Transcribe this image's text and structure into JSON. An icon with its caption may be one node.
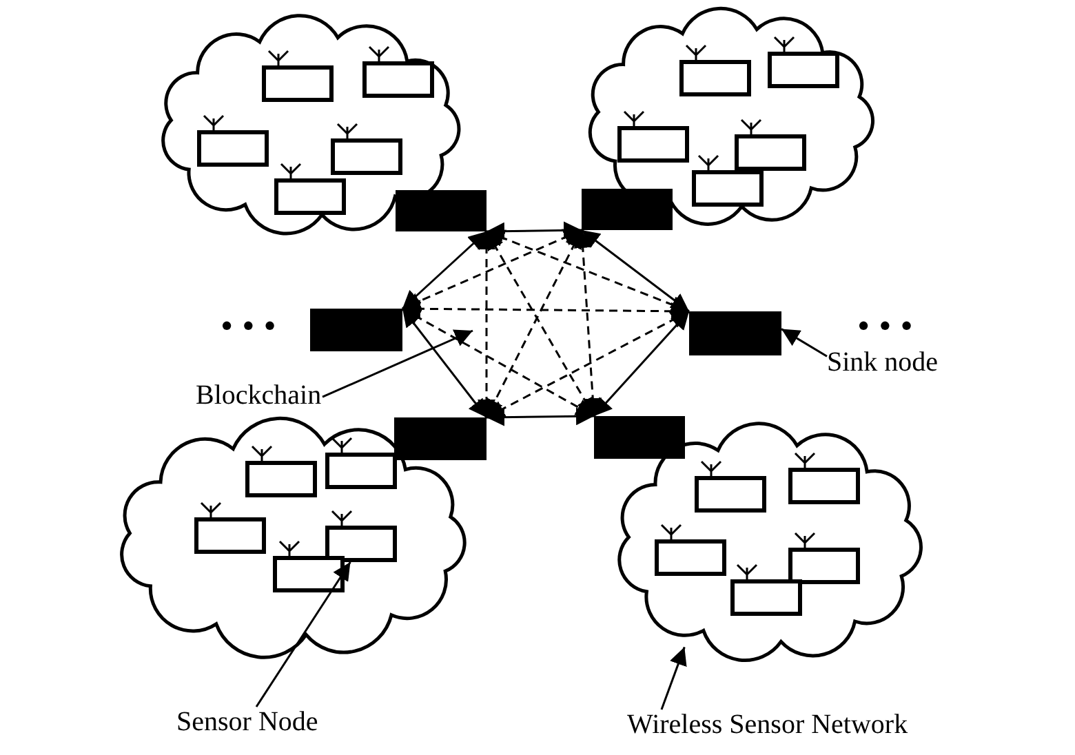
{
  "diagram": {
    "nodes": [
      {
        "text": [],
        "shape": "cloud"
      },
      {
        "text": [],
        "shape": "box",
        "in": 0
      },
      {
        "text": [],
        "shape": "box",
        "in": 0
      },
      {
        "text": [],
        "shape": "box",
        "in": 0
      },
      {
        "text": [],
        "shape": "box",
        "in": 0
      },
      {
        "text": [],
        "shape": "box",
        "in": 0
      },
      {
        "text": [],
        "shape": "cloud"
      },
      {
        "text": [],
        "shape": "box",
        "in": 6
      },
      {
        "text": [],
        "shape": "box",
        "in": 6
      },
      {
        "text": [],
        "shape": "box",
        "in": 6
      },
      {
        "text": [],
        "shape": "box",
        "in": 6
      },
      {
        "text": [],
        "shape": "box",
        "in": 6
      },
      {
        "text": [],
        "shape": "box"
      },
      {
        "text": [],
        "shape": "box"
      },
      {
        "text": [],
        "shape": "box"
      },
      {
        "text": [],
        "shape": "box"
      },
      {
        "text": [],
        "shape": "box"
      },
      {
        "text": [],
        "shape": "box"
      },
      {
        "text": [
          "Sink node"
        ]
      },
      {
        "text": [
          "Blockchain"
        ]
      },
      {
        "text": [],
        "shape": "cloud"
      },
      {
        "text": [],
        "shape": "box",
        "in": 20
      },
      {
        "text": [],
        "shape": "box",
        "in": 20
      },
      {
        "text": [],
        "shape": "box",
        "in": 20
      },
      {
        "text": [],
        "shape": "box",
        "in": 20
      },
      {
        "text": [],
        "shape": "box",
        "in": 20
      },
      {
        "text": [],
        "shape": "cloud"
      },
      {
        "text": [],
        "shape": "box",
        "in": 26
      },
      {
        "text": [],
        "shape": "box",
        "in": 26
      },
      {
        "text": [],
        "shape": "box",
        "in": 26
      },
      {
        "text": [],
        "shape": "box",
        "in": 26
      },
      {
        "text": [],
        "shape": "box",
        "in": 26
      },
      {
        "text": [
          "Sensor Node"
        ]
      },
      {
        "text": [
          "Wireless Sensor Network"
        ]
      }
    ],
    "edges": [
      {
        "from": 12,
        "to": 13,
        "arrow": "both"
      },
      {
        "from": 13,
        "to": 15,
        "arrow": "both"
      },
      {
        "from": 15,
        "to": 17,
        "arrow": "both"
      },
      {
        "from": 17,
        "to": 16,
        "arrow": "both"
      },
      {
        "from": 16,
        "to": 14,
        "arrow": "both"
      },
      {
        "from": 14,
        "to": 12,
        "arrow": "both"
      },
      {
        "from": 12,
        "to": 15,
        "arrow": "both",
        "style": "dashed"
      },
      {
        "from": 12,
        "to": 16,
        "arrow": "both",
        "style": "dashed"
      },
      {
        "from": 12,
        "to": 17,
        "arrow": "both",
        "style": "dashed"
      },
      {
        "from": 13,
        "to": 14,
        "arrow": "both",
        "style": "dashed"
      },
      {
        "from": 13,
        "to": 16,
        "arrow": "both",
        "style": "dashed"
      },
      {
        "from": 13,
        "to": 17,
        "arrow": "both",
        "style": "dashed"
      },
      {
        "from": 14,
        "to": 15,
        "arrow": "both",
        "style": "dashed"
      },
      {
        "from": 14,
        "to": 17,
        "arrow": "both",
        "style": "dashed"
      },
      {
        "from": 15,
        "to": 16,
        "arrow": "both",
        "style": "dashed"
      },
      {
        "from": 18,
        "to": 15,
        "arrow": "to"
      },
      {
        "from": 19,
        "to": null,
        "arrow": "to"
      },
      {
        "from": 32,
        "to": 24,
        "arrow": "to"
      },
      {
        "from": 33,
        "to": 26,
        "arrow": "to"
      }
    ],
    "labels": [
      "• • •",
      "• • •"
    ]
  }
}
